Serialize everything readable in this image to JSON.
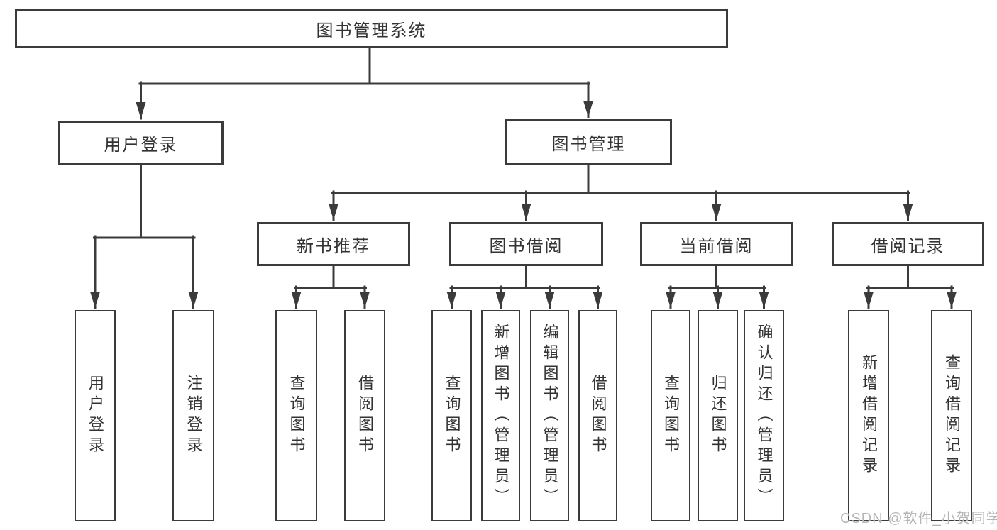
{
  "diagram": {
    "type": "hierarchy-org-chart",
    "tree": {
      "label": "图书管理系统",
      "children": [
        {
          "label": "用户登录",
          "children": [
            {
              "label": "用户登录"
            },
            {
              "label": "注销登录"
            }
          ]
        },
        {
          "label": "图书管理",
          "children": [
            {
              "label": "新书推荐",
              "children": [
                {
                  "label": "查询图书"
                },
                {
                  "label": "借阅图书"
                }
              ]
            },
            {
              "label": "图书借阅",
              "children": [
                {
                  "label": "查询图书"
                },
                {
                  "label": "新增图书（管理员）"
                },
                {
                  "label": "编辑图书（管理员）"
                },
                {
                  "label": "借阅图书"
                }
              ]
            },
            {
              "label": "当前借阅",
              "children": [
                {
                  "label": "查询图书"
                },
                {
                  "label": "归还图书"
                },
                {
                  "label": "确认归还（管理员）"
                }
              ]
            },
            {
              "label": "借阅记录",
              "children": [
                {
                  "label": "新增借阅记录"
                },
                {
                  "label": "查询借阅记录"
                }
              ]
            }
          ]
        }
      ]
    }
  },
  "watermark": "CSDN @软件_小贺同学",
  "colors": {
    "line": "#3b3b3b",
    "text": "#333333",
    "watermark": "#b5b5b5",
    "background": "#ffffff"
  }
}
